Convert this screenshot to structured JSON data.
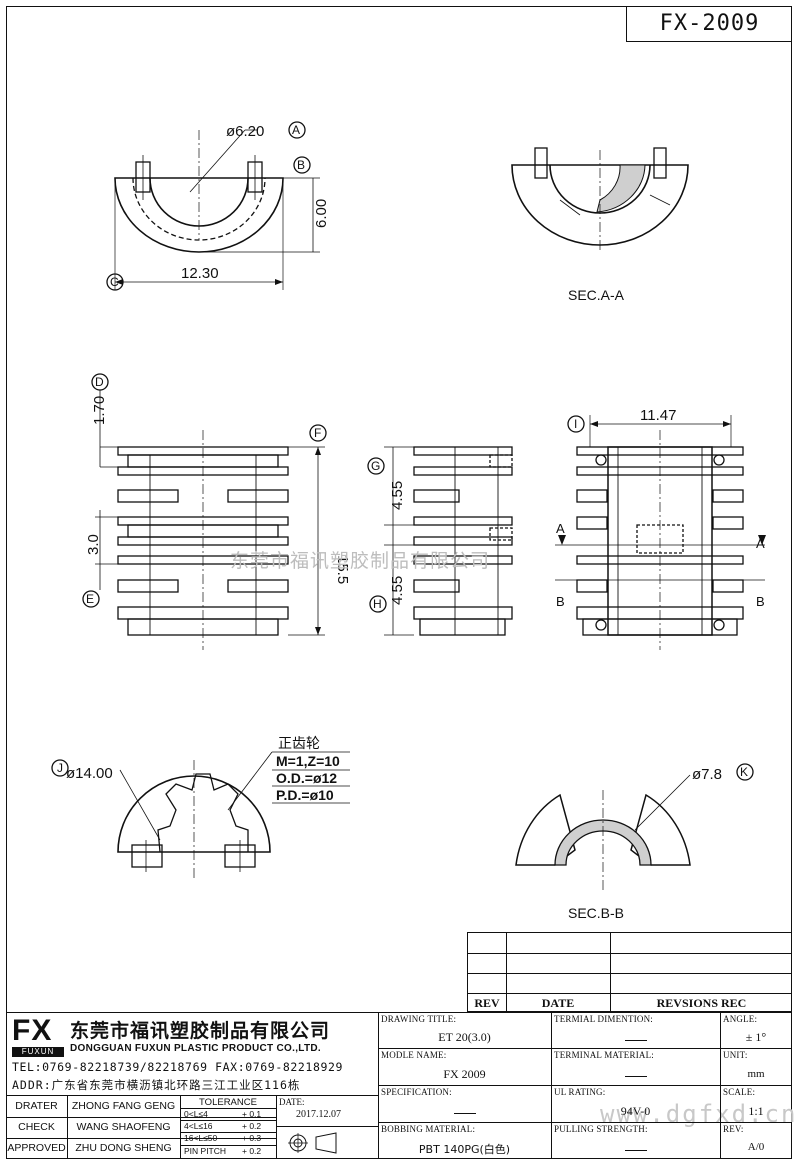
{
  "drawing": {
    "number": "FX-2009",
    "dims": {
      "a": "ø6.20",
      "b": "6.00",
      "c": "12.30",
      "d": "1.70",
      "e": "3.0",
      "f": "15.5",
      "g": "4.55",
      "h": "4.55",
      "i": "11.47",
      "j": "ø14.00",
      "k": "ø7.8"
    },
    "callouts": [
      "A",
      "B",
      "C",
      "D",
      "E",
      "F",
      "G",
      "H",
      "I",
      "J",
      "K"
    ],
    "section_labels": {
      "aa": "SEC.A-A",
      "bb": "SEC.B-B"
    },
    "cut_letters": {
      "a": "A",
      "b": "B"
    },
    "gear_note": {
      "title": "正齿轮",
      "line1": "M=1,Z=10",
      "line2": "O.D.=ø12",
      "line3": "P.D.=ø10"
    },
    "watermark": "东莞市福讯塑胶制品有限公司",
    "watermark_site": "www.dgfxd.cn"
  },
  "revision_table": {
    "headers": [
      "REV",
      "DATE",
      "REVSIONS REC"
    ]
  },
  "title_block": {
    "logo_text": "FX",
    "logo_sub": "FUXUN",
    "company_cn": "东莞市福讯塑胶制品有限公司",
    "company_en": "DONGGUAN FUXUN PLASTIC PRODUCT CO.,LTD.",
    "tel": "TEL:0769-82218739/82218769 FAX:0769-82218929",
    "addr": "ADDR:广东省东莞市横沥镇北环路三江工业区116栋",
    "signatures": [
      {
        "role": "DRATER",
        "name": "ZHONG FANG GENG"
      },
      {
        "role": "CHECK",
        "name": "WANG SHAOFENG"
      },
      {
        "role": "APPROVED",
        "name": "ZHU DONG SHENG"
      }
    ],
    "tolerance": {
      "header": "TOLERANCE",
      "rows": [
        {
          "range": "0<L≤4",
          "value": "+ 0.1"
        },
        {
          "range": "4<L≤16",
          "value": "+ 0.2"
        },
        {
          "range": "16<L≤50",
          "value": "+ 0.3"
        },
        {
          "range": "PIN PITCH",
          "value": "+ 0.2"
        }
      ]
    },
    "date_label": "DATE:",
    "date": "2017.12.07",
    "fields": {
      "drawing_title_label": "DRAWING TITLE:",
      "drawing_title": "ET 20(3.0)",
      "model_label": "MODLE NAME:",
      "model": "FX 2009",
      "spec_label": "SPECIFICATION:",
      "bobbin_label": "BOBBING MATERIAL:",
      "bobbin": "PBT 140PG(白色)",
      "term_dim_label": "TERMIAL DIMENTION:",
      "term_mat_label": "TERMINAL MATERIAL:",
      "ul_label": "UL RATING:",
      "ul": "94V-0",
      "pull_label": "PULLING STRENGTH:",
      "angle_label": "ANGLE:",
      "angle": "± 1°",
      "unit_label": "UNIT:",
      "unit": "mm",
      "scale_label": "SCALE:",
      "scale": "1:1",
      "rev_label": "REV:",
      "rev": "A/0"
    }
  }
}
